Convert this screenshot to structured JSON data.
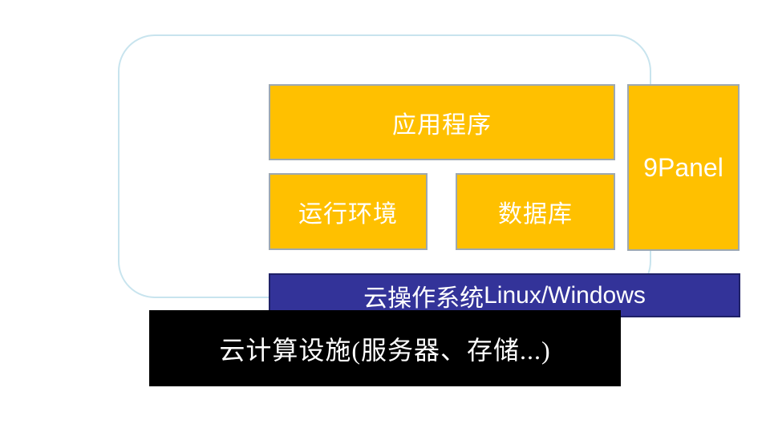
{
  "diagram": {
    "application_label": "应用程序",
    "runtime_label": "运行环境",
    "database_label": "数据库",
    "panel_label": "9Panel",
    "os_label_cn": "云操作系统",
    "os_label_en": "Linux/Windows",
    "infra_label": "云计算设施(服务器、存储...)",
    "colors": {
      "block_fill": "#ffc000",
      "block_border": "#9da8b1",
      "os_fill": "#333399",
      "os_border": "#1f2167",
      "infra_fill": "#000000",
      "container_border": "#c8e4ee",
      "text": "#ffffff",
      "background": "#ffffff"
    }
  }
}
